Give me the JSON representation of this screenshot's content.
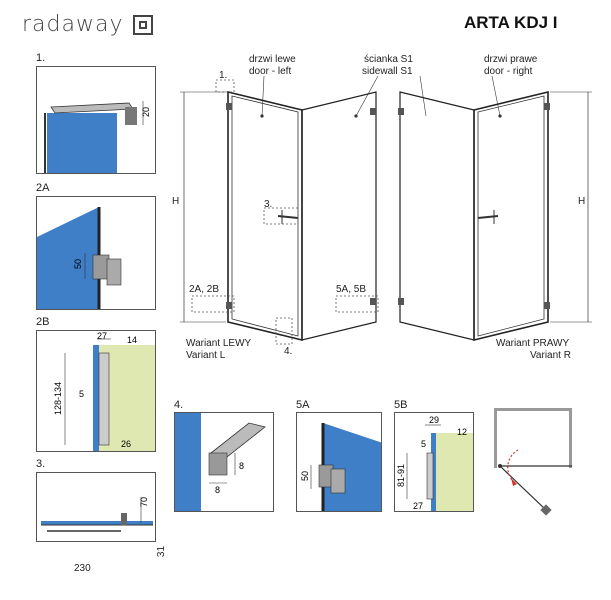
{
  "header": {
    "brand": "radaway",
    "title": "ARTA KDJ I"
  },
  "callouts": {
    "door_left_pl": "drzwi lewe",
    "door_left_en": "door - left",
    "sidewall_pl": "ścianka S1",
    "sidewall_en": "sidewall S1",
    "door_right_pl": "drzwi prawe",
    "door_right_en": "door - right",
    "h_left": "H",
    "h_right": "H",
    "marker_1": "1.",
    "marker_3": "3.",
    "marker_2ab": "2A, 2B",
    "marker_5ab": "5A, 5B",
    "marker_4": "4.",
    "variant_l_pl": "Wariant LEWY",
    "variant_l_en": "Variant L",
    "variant_r_pl": "Wariant PRAWY",
    "variant_r_en": "Variant R"
  },
  "details": {
    "d1": {
      "label": "1.",
      "dim": "20"
    },
    "d2a": {
      "label": "2A",
      "dim": "50"
    },
    "d2b": {
      "label": "2B",
      "dim_top": "27",
      "dim_right": "14",
      "dim_height": "128-134",
      "dim_small": "5",
      "dim_bottom": "26"
    },
    "d3": {
      "label": "3.",
      "dim_height": "70",
      "dim_bottom": "31",
      "dim_width": "230"
    },
    "d4": {
      "label": "4.",
      "dim_h": "8",
      "dim_w": "8"
    },
    "d5a": {
      "label": "5A",
      "dim": "50"
    },
    "d5b": {
      "label": "5B",
      "dim_top": "29",
      "dim_right": "12",
      "dim_small": "5",
      "dim_height": "81-91",
      "dim_bottom": "27"
    }
  },
  "colors": {
    "glass": "#3f7fc7",
    "wall": "#dfe8b0",
    "frame": "#222222",
    "accent": "#d0342c"
  }
}
